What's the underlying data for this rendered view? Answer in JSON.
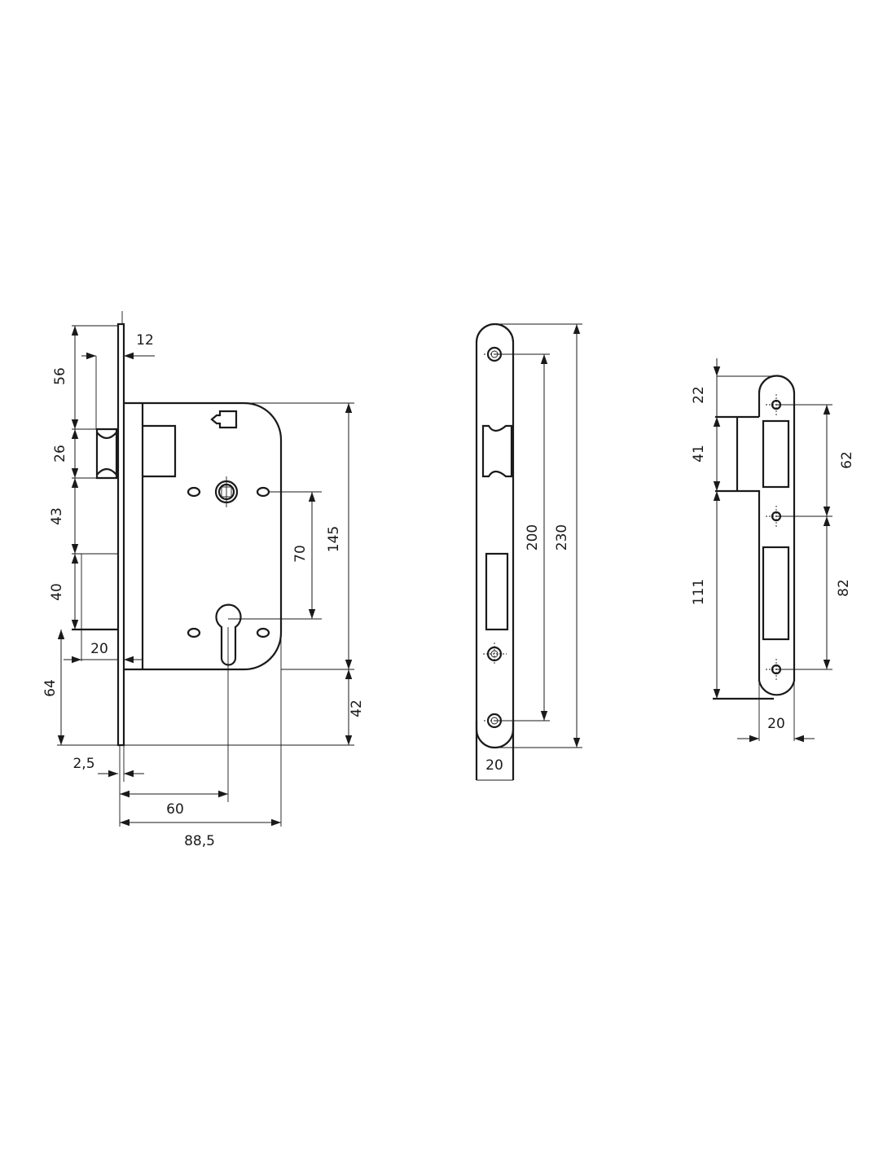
{
  "lock_body": {
    "dimensions": {
      "d56": "56",
      "d12": "12",
      "d26": "26",
      "d43": "43",
      "d40": "40",
      "d20": "20",
      "d64": "64",
      "d2_5": "2,5",
      "d60": "60",
      "d88_5": "88,5",
      "d70": "70",
      "d145": "145",
      "d42": "42"
    }
  },
  "faceplate": {
    "dimensions": {
      "d200": "200",
      "d230": "230",
      "d20": "20"
    }
  },
  "strike_plate": {
    "dimensions": {
      "d22": "22",
      "d41": "41",
      "d111": "111",
      "d62": "62",
      "d82": "82",
      "d20": "20"
    }
  },
  "colors": {
    "line": "#1a1a1a",
    "background": "#ffffff"
  }
}
